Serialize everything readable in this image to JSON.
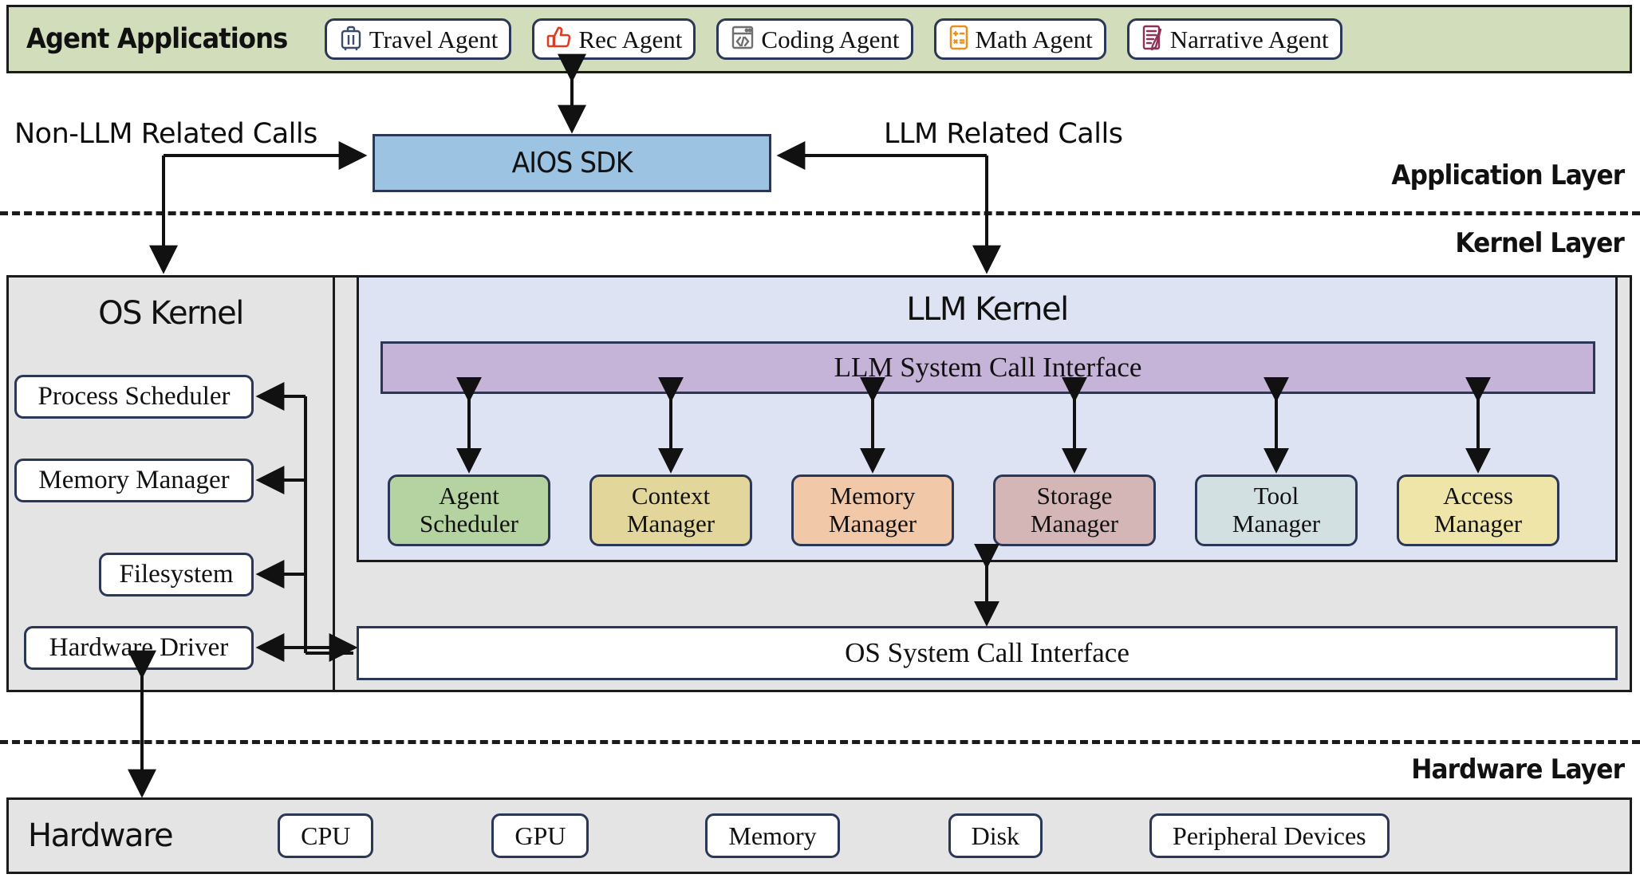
{
  "application_band": {
    "title": "Agent Applications",
    "agents": [
      {
        "label": "Travel Agent",
        "icon": "suitcase-icon",
        "icon_color": "#3b4a6b"
      },
      {
        "label": "Rec Agent",
        "icon": "thumbs-up-icon",
        "icon_color": "#e23a20"
      },
      {
        "label": "Coding Agent",
        "icon": "code-window-icon",
        "icon_color": "#6f6f6f"
      },
      {
        "label": "Math Agent",
        "icon": "calculator-icon",
        "icon_color": "#e8911f"
      },
      {
        "label": "Narrative Agent",
        "icon": "notepad-pen-icon",
        "icon_color": "#8e3158"
      }
    ]
  },
  "sdk": {
    "label": "AIOS SDK",
    "left_call_label": "Non-LLM Related Calls",
    "right_call_label": "LLM Related Calls",
    "color": "#9dc3e2"
  },
  "layers": {
    "application": "Application Layer",
    "kernel": "Kernel Layer",
    "hardware": "Hardware Layer"
  },
  "os_kernel": {
    "title": "OS Kernel",
    "items": [
      {
        "label": "Process Scheduler"
      },
      {
        "label": "Memory Manager"
      },
      {
        "label": "Filesystem"
      },
      {
        "label": "Hardware Driver"
      }
    ]
  },
  "llm_kernel": {
    "title": "LLM Kernel",
    "syscall_label": "LLM System Call Interface",
    "syscall_color": "#c5b3d8",
    "background": "#dde3f2",
    "managers": [
      {
        "line1": "Agent",
        "line2": "Scheduler",
        "color": "#b5d3a0"
      },
      {
        "line1": "Context",
        "line2": "Manager",
        "color": "#e3d69a"
      },
      {
        "line1": "Memory",
        "line2": "Manager",
        "color": "#f1c9a8"
      },
      {
        "line1": "Storage",
        "line2": "Manager",
        "color": "#d4b6b6"
      },
      {
        "line1": "Tool",
        "line2": "Manager",
        "color": "#d3e0e2"
      },
      {
        "line1": "Access",
        "line2": "Manager",
        "color": "#efe5a8"
      }
    ]
  },
  "os_syscall": {
    "label": "OS System Call Interface"
  },
  "hardware": {
    "title": "Hardware",
    "items": [
      {
        "label": "CPU"
      },
      {
        "label": "GPU"
      },
      {
        "label": "Memory"
      },
      {
        "label": "Disk"
      },
      {
        "label": "Peripheral Devices"
      }
    ]
  }
}
